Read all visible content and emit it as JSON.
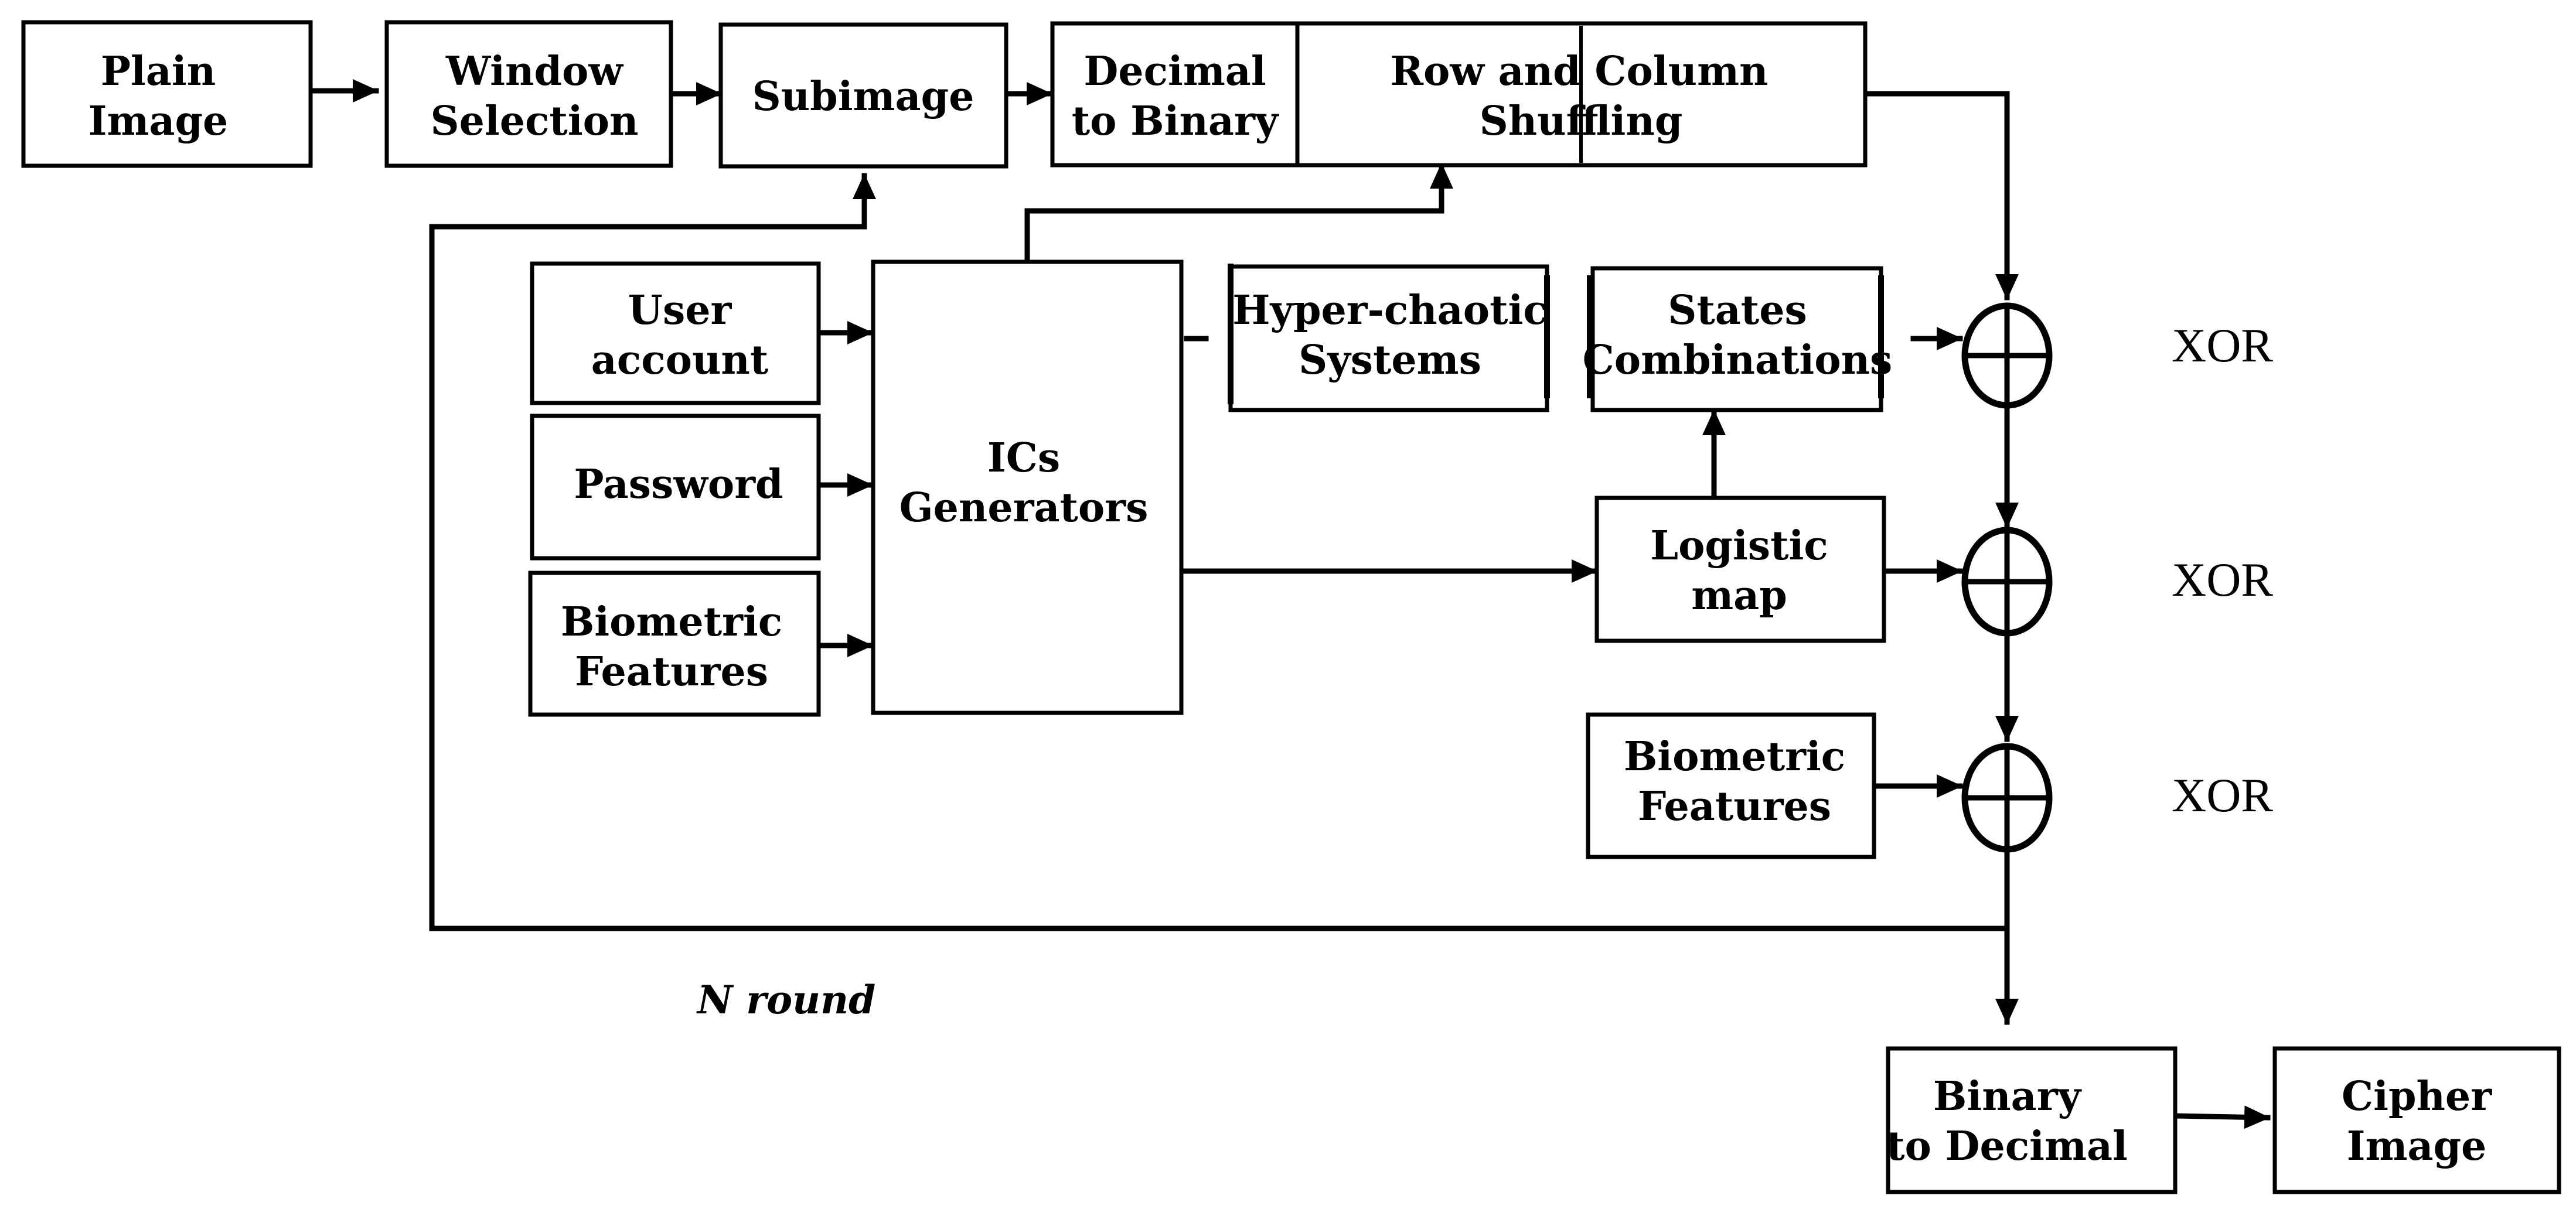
{
  "boxes": {
    "plain_image": {
      "line1": "Plain",
      "line2": "Image"
    },
    "window_selection": {
      "line1": "Window",
      "line2": "Selection"
    },
    "subimage": {
      "line1": "Subimage"
    },
    "decimal_to_binary": {
      "line1": "Decimal",
      "line2": "to Binary"
    },
    "row_column_shuffling": {
      "line1": "Row and Column",
      "line2": "Shuffling"
    },
    "user_account": {
      "line1": "User",
      "line2": "account"
    },
    "password": {
      "line1": "Password"
    },
    "biometric_features_left": {
      "line1": "Biometric",
      "line2": "Features"
    },
    "ics_generators": {
      "line1": "ICs",
      "line2": "Generators"
    },
    "hyper_chaotic_systems": {
      "line1": "Hyper-chaotic",
      "line2": "Systems"
    },
    "states_combinations": {
      "line1": "States",
      "line2": "Combinations"
    },
    "logistic_map": {
      "line1": "Logistic",
      "line2": "map"
    },
    "biometric_features_right": {
      "line1": "Biometric",
      "line2": "Features"
    },
    "binary_to_decimal": {
      "line1": "Binary",
      "line2": "to Decimal"
    },
    "cipher_image": {
      "line1": "Cipher",
      "line2": "Image"
    }
  },
  "xor": {
    "label1": "XOR",
    "label2": "XOR",
    "label3": "XOR"
  },
  "loop": {
    "label": "N round"
  }
}
